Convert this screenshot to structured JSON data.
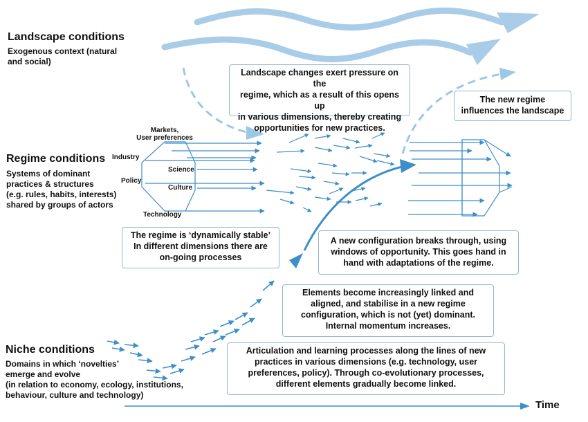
{
  "levels": {
    "landscape": {
      "title": "Landscape conditions",
      "desc": [
        "Exogenous context (natural",
        "and social)"
      ]
    },
    "regime": {
      "title": "Regime conditions",
      "desc": [
        "Systems of dominant",
        "practices & structures",
        "(e.g. rules, habits, interests)",
        "shared by groups of actors"
      ]
    },
    "niche": {
      "title": "Niche conditions",
      "desc": [
        "Domains in which ‘novelties’",
        "emerge and evolve",
        "(in relation to economy, ecology, institutions,",
        "behaviour, culture and technology)"
      ]
    }
  },
  "callouts": {
    "landscape_pressure": [
      "Landscape changes exert pressure on the",
      "regime, which as a result of this opens up",
      "in various dimensions, thereby creating",
      "opportunities for new practices."
    ],
    "new_regime": [
      "The new regime",
      "influences the landscape"
    ],
    "dynamically_stable": [
      "The regime is ‘dynamically stable’",
      "In different dimensions there are",
      "on-going processes"
    ],
    "breakthrough": [
      "A new configuration breaks through, using",
      "windows of opportunity. This goes hand in",
      "hand with adaptations of the regime."
    ],
    "linked_aligned": [
      "Elements become increasingly linked and",
      "aligned, and stabilise in a new regime",
      "configuration, which is not (yet) dominant.",
      "Internal momentum increases."
    ],
    "articulation": [
      "Articulation and learning processes along the lines of new",
      "practices in various dimensions (e.g. technology, user",
      "preferences, policy). Through co-evolutionary processes,",
      "different elements gradually become linked."
    ]
  },
  "regime_dimensions": {
    "markets": [
      "Markets,",
      "User preferences"
    ],
    "industry": "Industry",
    "science": "Science",
    "policy": "Policy",
    "culture": "Culture",
    "technology": "Technology"
  },
  "time_label": "Time",
  "colors": {
    "arrow": "#3d8ec9",
    "arrow_light": "#9cc7e6",
    "box_border": "#8fb8d8",
    "text": "#111111"
  }
}
